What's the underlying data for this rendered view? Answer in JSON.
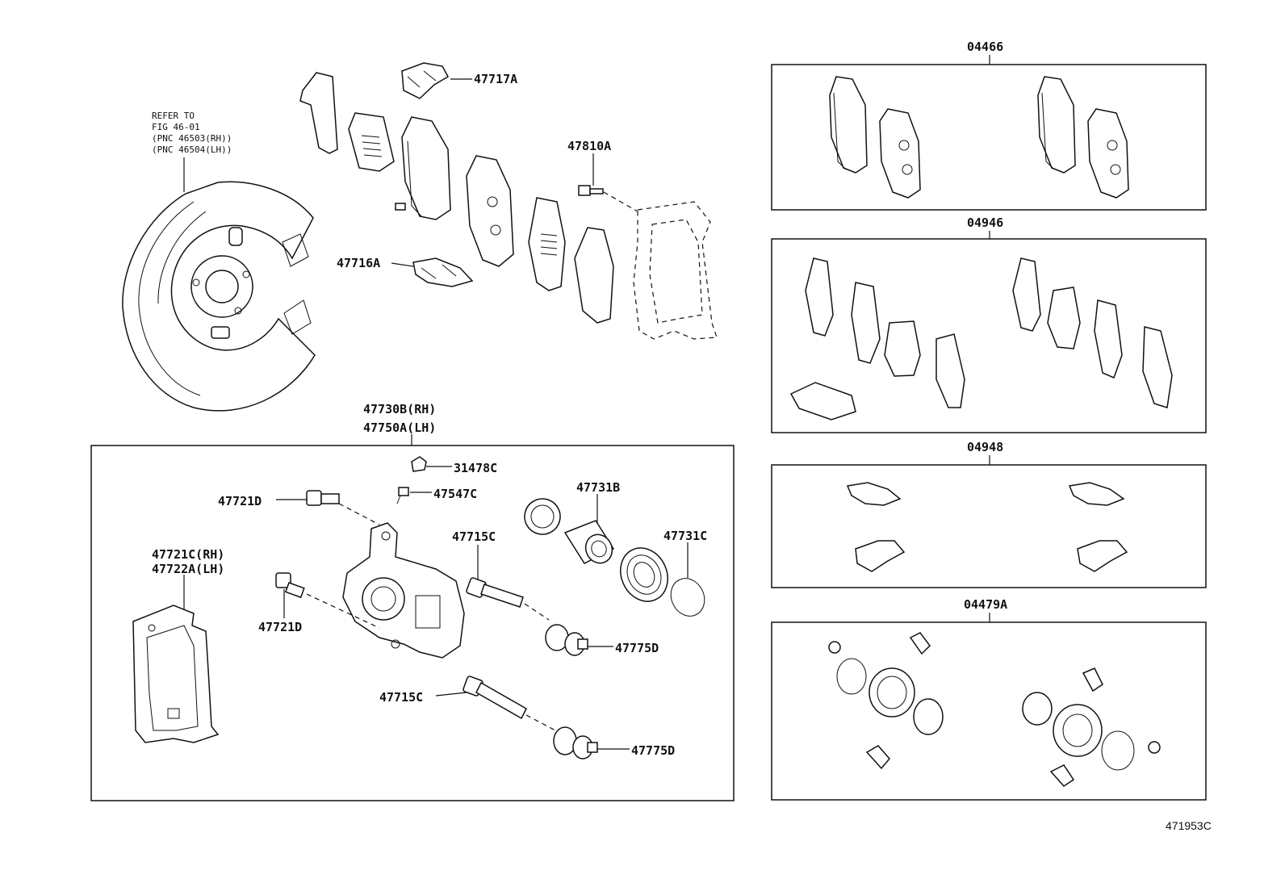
{
  "refer_note": {
    "line1": "REFER TO",
    "line2": "FIG 46-01",
    "line3": "(PNC 46503(RH))",
    "line4": "(PNC 46504(LH))"
  },
  "labels": {
    "p47717A": "47717A",
    "p47810A": "47810A",
    "p47716A": "47716A",
    "p47730B": "47730B(RH)",
    "p47750A": "47750A(LH)",
    "p31478C": "31478C",
    "p47547C": "47547C",
    "p47721D_top": "47721D",
    "p47731B": "47731B",
    "p47731C": "47731C",
    "p47715C_top": "47715C",
    "p47721C": "47721C(RH)",
    "p47722A": "47722A(LH)",
    "p47721D_bot": "47721D",
    "p47775D_top": "47775D",
    "p47715C_bot": "47715C",
    "p47775D_bot": "47775D"
  },
  "kits": {
    "k04466": "04466",
    "k04946": "04946",
    "k04948": "04948",
    "k04479A": "04479A"
  },
  "catalog_id": "471953C"
}
